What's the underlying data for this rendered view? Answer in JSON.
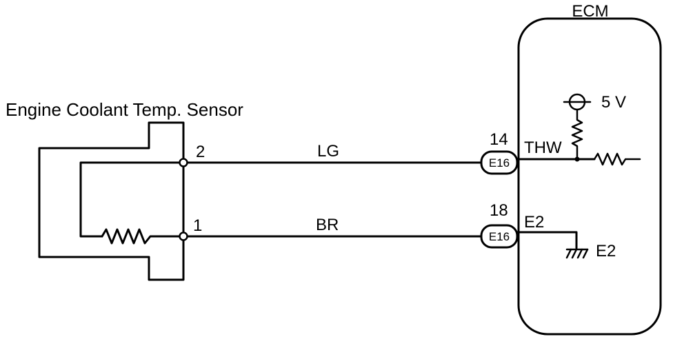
{
  "sensor": {
    "name": "Engine Coolant Temp. Sensor",
    "pin_upper": "2",
    "pin_lower": "1"
  },
  "wires": {
    "upper_color": "LG",
    "lower_color": "BR"
  },
  "connectors": {
    "upper": {
      "pin": "14",
      "code": "E16"
    },
    "lower": {
      "pin": "18",
      "code": "E16"
    }
  },
  "ecm": {
    "title": "ECM",
    "supply_voltage": "5 V",
    "signal_terminal": "THW",
    "ground_terminal": "E2",
    "ground_label": "E2"
  }
}
